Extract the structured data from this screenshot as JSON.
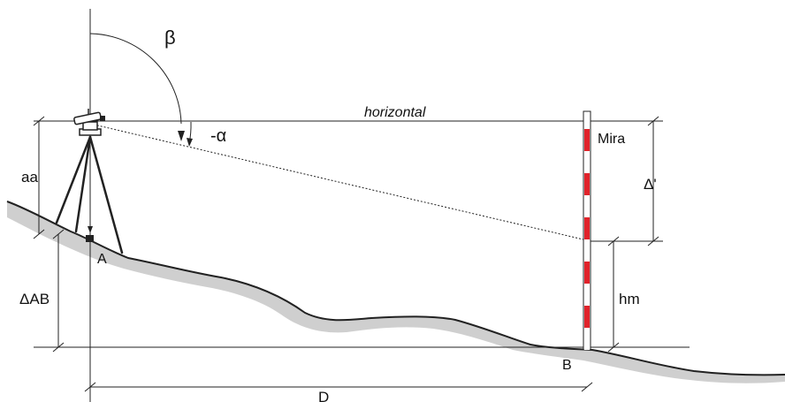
{
  "labels": {
    "beta": "β",
    "horizontal": "horizontal",
    "alpha": "-α",
    "mira": "Mira",
    "delta_prime": "Δ'",
    "aa": "aa",
    "point_a": "A",
    "delta_ab": "ΔAB",
    "hm": "hm",
    "point_b": "B",
    "distance": "D"
  },
  "colors": {
    "stroke": "#222222",
    "ground_shadow": "#cfcfcf",
    "mira_red": "#e0222a",
    "mira_white": "#ffffff"
  },
  "mira": {
    "segments": 10
  }
}
